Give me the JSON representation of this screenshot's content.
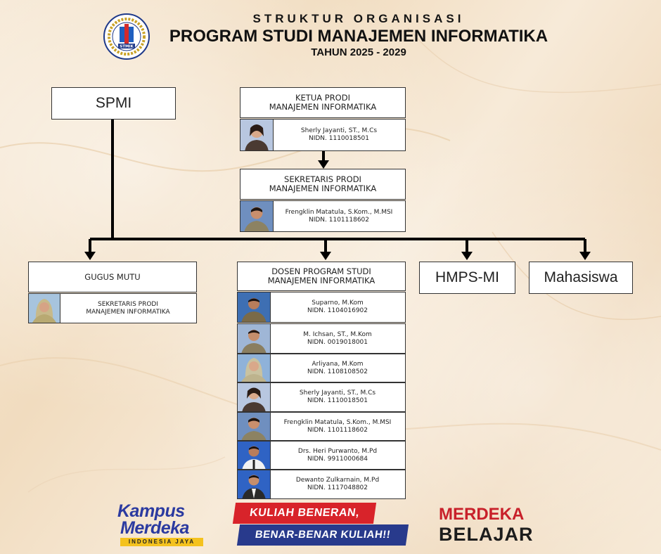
{
  "header": {
    "line1": "STRUKTUR ORGANISASI",
    "line2": "PROGRAM STUDI MANAJEMEN INFORMATIKA",
    "line3": "TAHUN 2025 - 2029",
    "logo_text": "STMIK"
  },
  "nodes": {
    "spmi": "SPMI",
    "ketua_title_1": "KETUA PRODI",
    "ketua_title_2": "MANAJEMEN INFORMATIKA",
    "ketua_person": {
      "name": "Sherly Jayanti, ST., M.Cs",
      "nidn": "NIDN. 1110018501"
    },
    "sekretaris_title_1": "SEKRETARIS PRODI",
    "sekretaris_title_2": "MANAJEMEN INFORMATIKA",
    "sekretaris_person": {
      "name": "Frengklin Matatula, S.Kom., M.MSI",
      "nidn": "NIDN. 1101118602"
    },
    "gugus": "GUGUS MUTU",
    "gugus_person_1": "SEKRETARIS PRODI",
    "gugus_person_2": "MANAJEMEN INFORMATIKA",
    "dosen_title_1": "DOSEN PROGRAM STUDI",
    "dosen_title_2": "MANAJEMEN INFORMATIKA",
    "hmps": "HMPS-MI",
    "mahasiswa": "Mahasiswa"
  },
  "dosen": [
    {
      "name": "Suparno, M.Kom",
      "nidn": "NIDN. 1104016902"
    },
    {
      "name": "M. Ichsan, ST., M.Kom",
      "nidn": "NIDN. 0019018001"
    },
    {
      "name": "Arliyana, M.Kom",
      "nidn": "NIDN. 1108108502"
    },
    {
      "name": "Sherly Jayanti, ST., M.Cs",
      "nidn": "NIDN. 1110018501"
    },
    {
      "name": "Frengklin Matatula, S.Kom., M.MSI",
      "nidn": "NIDN. 1101118602"
    },
    {
      "name": "Drs. Heri Purwanto, M.Pd",
      "nidn": "NIDN. 9911000684"
    },
    {
      "name": "Dewanto Zulkarnain, M.Pd",
      "nidn": "NIDN. 1117048802"
    }
  ],
  "footer": {
    "kampus_1": "Kampus",
    "kampus_2": "Merdeka",
    "kampus_3": "INDONESIA JAYA",
    "kuliah_1": "KULIAH BENERAN,",
    "kuliah_2": "BENAR-BENAR KULIAH!!",
    "merdeka_1": "MERDEKA",
    "merdeka_2": "BELAJAR"
  }
}
